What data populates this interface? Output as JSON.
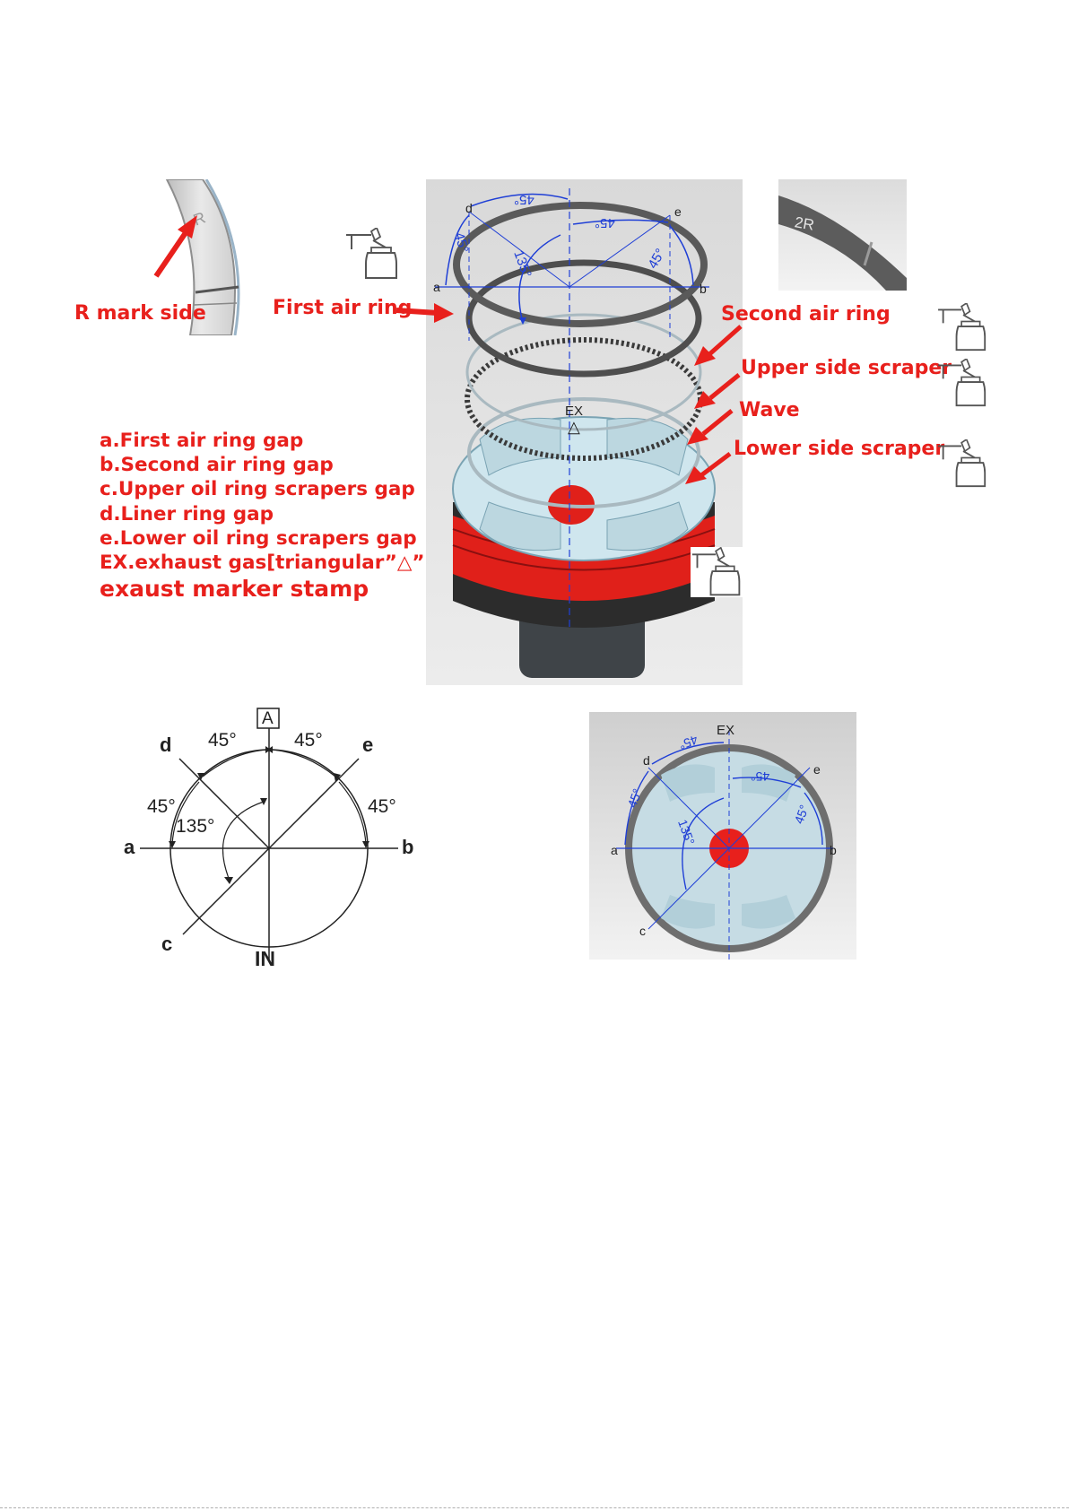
{
  "labels": {
    "r_mark_side": "R mark side",
    "first_air_ring": "First air ring",
    "second_air_ring": "Second air ring",
    "upper_side_scraper": "Upper side scraper",
    "wave": "Wave",
    "lower_side_scraper": "Lower side scraper"
  },
  "legend": [
    "a.First air ring gap",
    "b.Second air ring gap",
    "c.Upper oil ring scrapers gap",
    "d.Liner ring gap",
    "e.Lower oil ring scrapers gap",
    "EX.exhaust gas[triangular”△”",
    "exaust marker stamp"
  ],
  "ring_marks": {
    "r": "R",
    "two_r": "2R"
  },
  "piston_3d": {
    "gap_letters": [
      "a",
      "b",
      "d",
      "e"
    ],
    "angles": [
      "45°",
      "45°",
      "45°",
      "45°",
      "135°"
    ],
    "ex": "EX",
    "triangle": "△"
  },
  "schematic": {
    "box_label": "A",
    "bottom_label": "IN",
    "gap_letters": [
      "a",
      "b",
      "c",
      "d",
      "e"
    ],
    "angles": [
      "45°",
      "45°",
      "45°",
      "45°",
      "135°"
    ]
  },
  "top_view": {
    "ex": "EX",
    "gap_letters": [
      "a",
      "b",
      "c",
      "d",
      "e"
    ],
    "angles": [
      "45°",
      "45°",
      "45°",
      "45°",
      "135°"
    ]
  },
  "colors": {
    "label_red": "#e8201c",
    "dimension_blue": "#1f3fd6",
    "ring_gray": "#5a5a5a",
    "piston_fill": "#cfe6ee",
    "piston_band": "#e0201a"
  },
  "icons": [
    "oil-can-icon"
  ]
}
